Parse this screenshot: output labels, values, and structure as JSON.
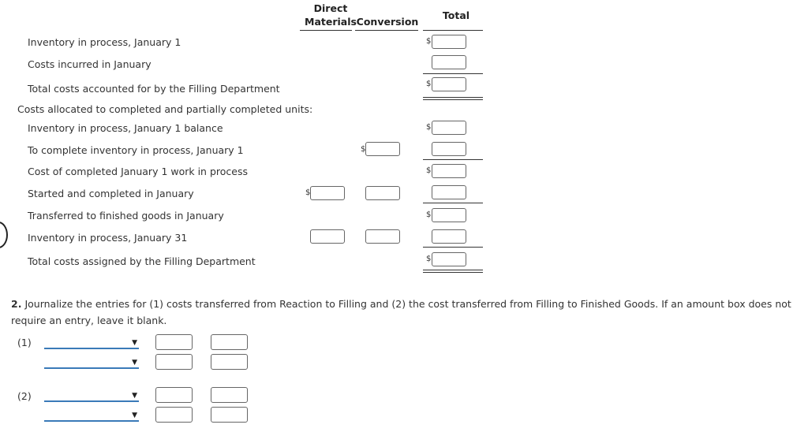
{
  "columns": {
    "direct_materials_line1": "Direct",
    "direct_materials_line2": "Materials",
    "conversion": "Conversion",
    "total": "Total"
  },
  "rows": {
    "inv_jan1": "Inventory in process, January 1",
    "costs_incurred": "Costs incurred in January",
    "total_accounted": "Total costs accounted for by the Filling Department",
    "costs_allocated": "Costs allocated to completed and partially completed units:",
    "inv_jan1_balance": "Inventory in process, January 1 balance",
    "to_complete": "To complete inventory in process, January 1",
    "cost_completed": "Cost of completed January 1 work in process",
    "started_completed": "Started and completed in January",
    "transferred": "Transferred to finished goods in January",
    "inv_jan31": "Inventory in process, January 31",
    "total_assigned": "Total costs assigned by the Filling Department"
  },
  "currency_symbol": "$",
  "part2": {
    "number": "2.",
    "instructions": "Journalize the entries for (1) costs transferred from Reaction to Filling and (2) the cost transferred from Filling to Finished Goods. If an amount box does not require an entry, leave it blank.",
    "entry1_label": "(1)",
    "entry2_label": "(2)",
    "dropdown_arrow": "▼"
  }
}
